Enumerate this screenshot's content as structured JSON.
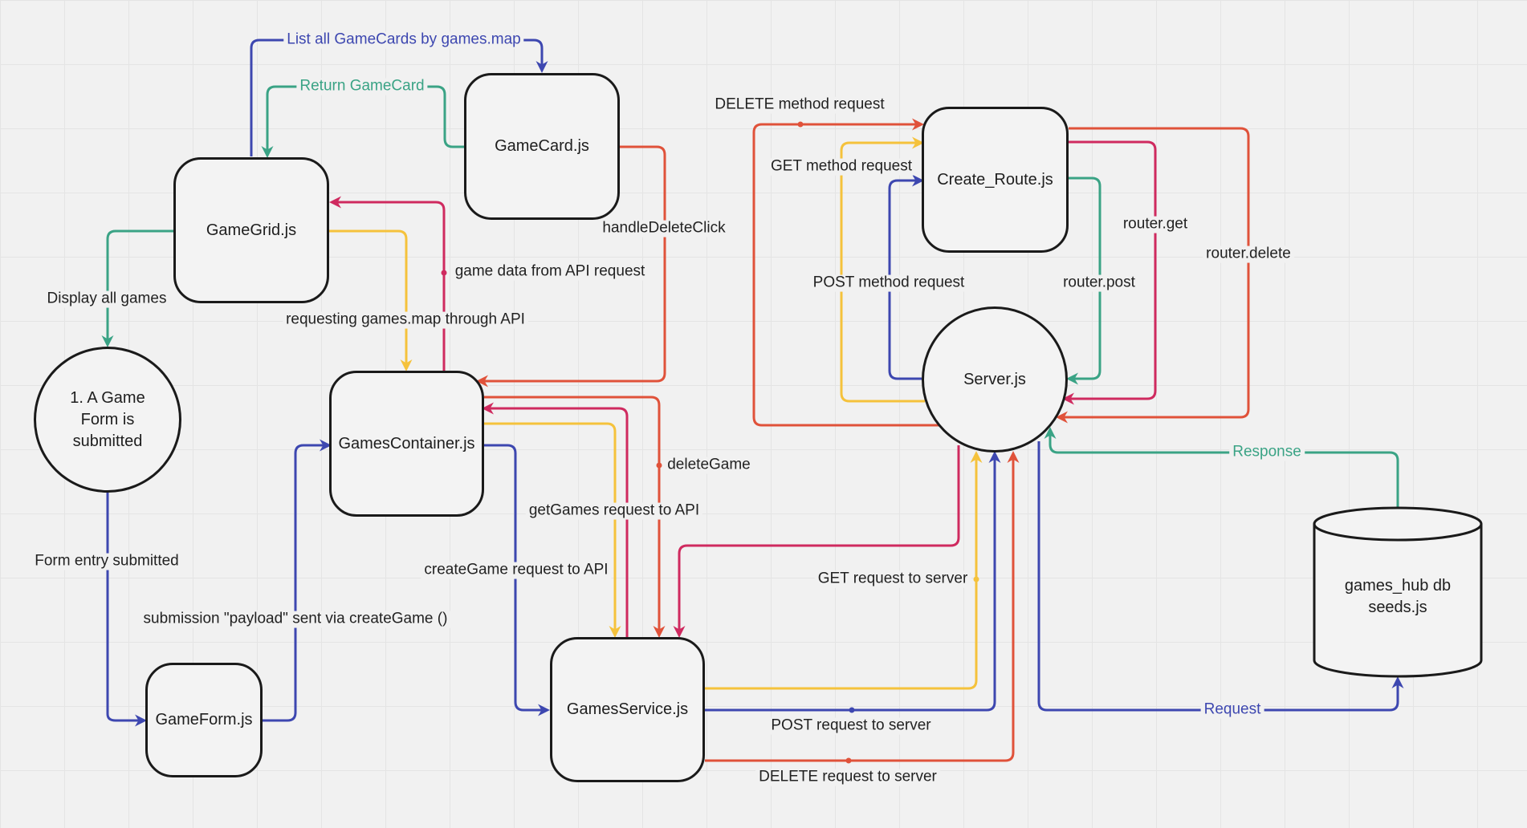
{
  "colors": {
    "blue": "#3d47b0",
    "green": "#3aa385",
    "yellow": "#f5c23c",
    "red": "#e0523a",
    "magenta": "#cf2a5f"
  },
  "nodes": {
    "gamegrid": "GameGrid.js",
    "gamecard": "GameCard.js",
    "form_submitted": "1. A Game Form is submitted",
    "gamescontainer": "GamesContainer.js",
    "gameform": "GameForm.js",
    "gamesservice": "GamesService.js",
    "create_route": "Create_Route.js",
    "server": "Server.js",
    "database": {
      "line1": "games_hub db",
      "line2": "seeds.js"
    }
  },
  "edges": {
    "list_all_gamecards": "List all GameCards by games.map",
    "return_gamecard": "Return GameCard",
    "display_all_games": "Display all games",
    "requesting_games_map": "requesting games.map through API",
    "game_data_from_api": "game data from API request",
    "handle_delete_click": "handleDeleteClick",
    "form_entry_submitted": "Form entry submitted",
    "submission_payload": "submission \"payload\" sent via createGame ()",
    "delete_game": "deleteGame",
    "get_games_request": "getGames request to API",
    "create_game_request": "createGame request to API",
    "get_request_to_server": "GET request to server",
    "post_request_to_server": "POST request to server",
    "delete_request_to_server": "DELETE request to server",
    "delete_method_request": "DELETE method request",
    "get_method_request": "GET method request",
    "post_method_request": "POST method request",
    "router_get": "router.get",
    "router_post": "router.post",
    "router_delete": "router.delete",
    "response": "Response",
    "request": "Request"
  }
}
